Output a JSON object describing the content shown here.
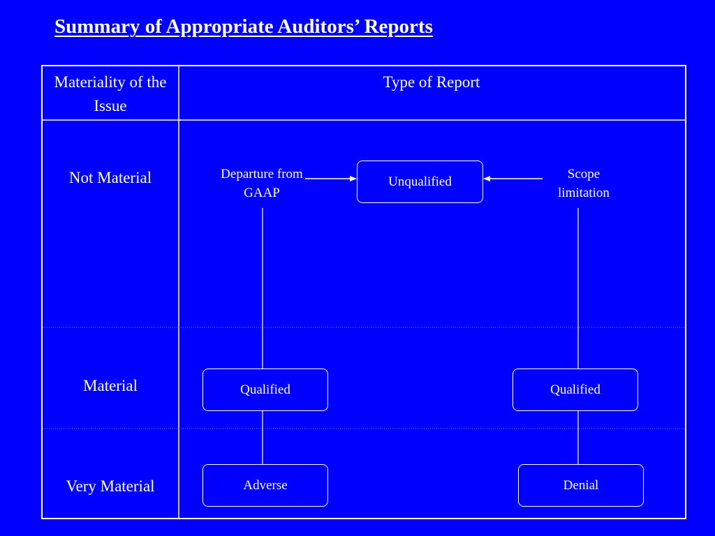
{
  "slide": {
    "title": "Summary of Appropriate Auditors’ Reports",
    "background_color": "#0000FF",
    "foreground_color": "#FFFFFF"
  },
  "table": {
    "headers": {
      "materiality": "Materiality of the Issue",
      "report_type": "Type of Report"
    },
    "rows": [
      {
        "materiality": "Not Material"
      },
      {
        "materiality": "Material"
      },
      {
        "materiality": "Very Material"
      }
    ]
  },
  "diagram": {
    "causes": {
      "gaap": "Departure from GAAP",
      "scope": "Scope limitation"
    },
    "reports": {
      "unqualified": "Unqualified",
      "qualified_gaap": "Qualified",
      "qualified_scope": "Qualified",
      "adverse": "Adverse",
      "denial": "Denial"
    }
  }
}
